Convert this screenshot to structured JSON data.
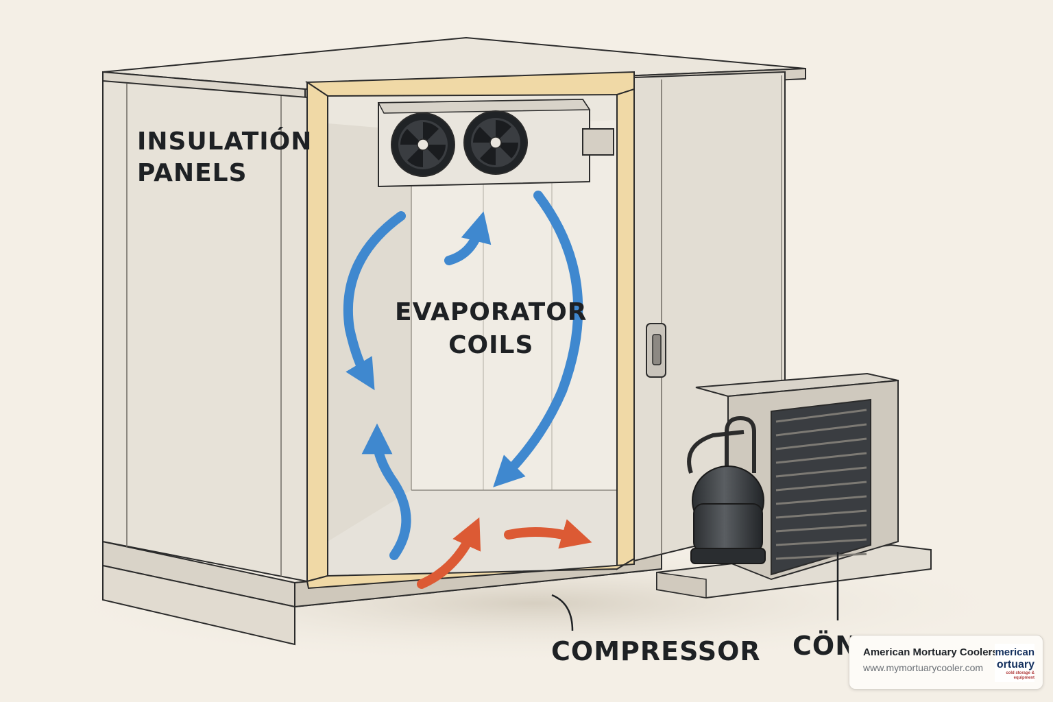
{
  "labels": {
    "insulation_line1": "INSULATIÓN",
    "insulation_line2": "PANELS",
    "evaporator_line1": "EVAPORATOR",
    "evaporator_line2": "COILS",
    "compressor": "COMPRESSOR",
    "condenser_visible": "CÖND"
  },
  "brand": {
    "name": "American Mortuary Coolers",
    "url": "www.mymortuarycooler.com",
    "logo_line1": "merican",
    "logo_line2": "ortuary",
    "logo_line3": "cold storage & equipment"
  },
  "colors": {
    "cold_air": "#3f88cf",
    "warm_air": "#dc5a34",
    "panel": "#e7e2d8",
    "trim": "#f0d9a6",
    "background": "#f4efe6"
  },
  "icons": [
    "fan-icon",
    "door-handle-icon",
    "condenser-unit-icon",
    "compressor-tank-icon"
  ]
}
